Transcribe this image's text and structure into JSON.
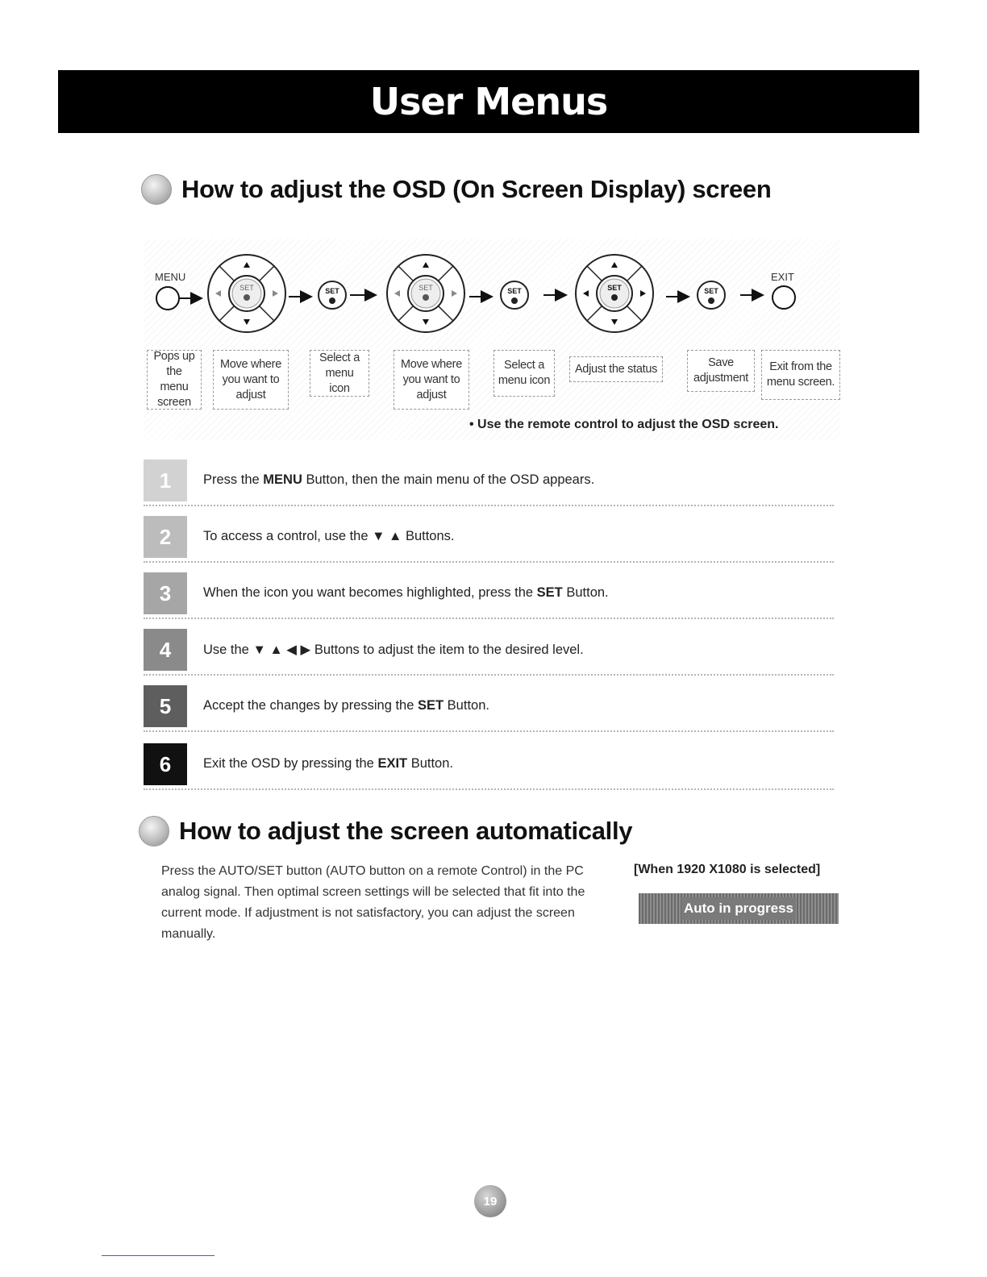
{
  "banner": {
    "title": "User Menus"
  },
  "section_osd": {
    "title": "How to adjust the OSD (On Screen Display) screen"
  },
  "diagram": {
    "labels": {
      "menu": "MENU",
      "exit": "EXIT",
      "set": "SET"
    },
    "boxes": [
      "Pops up the menu screen",
      "Move where you want to adjust",
      "Select a menu icon",
      "Move where you want to adjust",
      "Select a menu icon",
      "Adjust the status",
      "Save adjustment",
      "Exit from the menu screen."
    ],
    "note": "• Use the remote control to adjust the OSD screen."
  },
  "steps": [
    {
      "num": "1",
      "pre": "Press the ",
      "bold": "MENU",
      "post": " Button, then the main menu of the OSD appears.",
      "color": "#d2d2d2"
    },
    {
      "num": "2",
      "pre": "To access a control, use the ▼ ▲ Buttons.",
      "bold": "",
      "post": "",
      "color": "#bcbcbc"
    },
    {
      "num": "3",
      "pre": "When the icon you want becomes highlighted, press the ",
      "bold": "SET",
      "post": " Button.",
      "color": "#a6a6a6"
    },
    {
      "num": "4",
      "pre": "Use the ▼ ▲ ◀ ▶ Buttons to adjust the item to the desired level.",
      "bold": "",
      "post": "",
      "color": "#8a8a8a"
    },
    {
      "num": "5",
      "pre": "Accept the changes by pressing the ",
      "bold": "SET",
      "post": " Button.",
      "color": "#5e5e5e"
    },
    {
      "num": "6",
      "pre": "Exit the OSD by pressing the ",
      "bold": "EXIT",
      "post": " Button.",
      "color": "#111111"
    }
  ],
  "section_auto": {
    "title": "How to adjust the screen automatically",
    "body": "Press the AUTO/SET button (AUTO button on a remote Control) in the PC analog signal. Then optimal screen settings will be selected that fit into the current mode. If adjustment is not satisfactory, you can adjust the screen manually.",
    "caption": "[When 1920 X1080 is selected]",
    "progress_label": "Auto in progress"
  },
  "page": {
    "number": "19"
  }
}
